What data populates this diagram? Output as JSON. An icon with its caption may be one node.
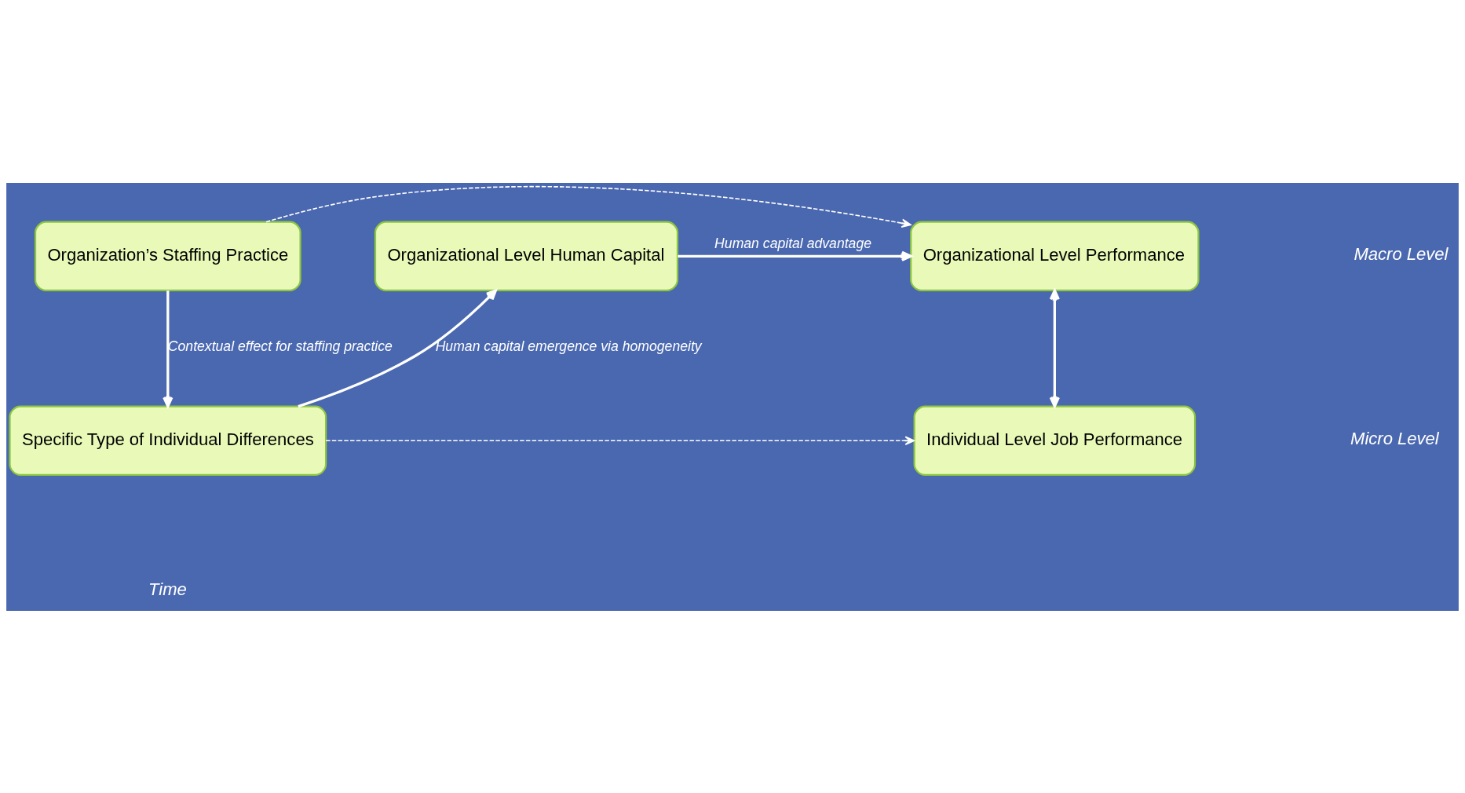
{
  "diagram": {
    "nodes": [
      {
        "text": [
          "Organization’s Staffing Practice"
        ]
      },
      {
        "text": [
          "Organizational Level Human Capital"
        ]
      },
      {
        "text": [
          "Organizational Level Performance"
        ]
      },
      {
        "text": [
          "Specific Type of Individual Differences"
        ]
      },
      {
        "text": [
          "Individual Level Job Performance"
        ]
      }
    ],
    "edges": [
      {
        "from": 0,
        "to": 3,
        "arrow": "to",
        "label": "Contextual effect for staffing practice"
      },
      {
        "from": 3,
        "to": 1,
        "arrow": "to",
        "label": "Human capital emergence via homogeneity"
      },
      {
        "from": 1,
        "to": 2,
        "arrow": "to",
        "label": "Human capital advantage"
      },
      {
        "from": 2,
        "to": 4,
        "arrow": "both"
      },
      {
        "from": 0,
        "to": 2,
        "arrow": "to",
        "style": "dashed"
      },
      {
        "from": 3,
        "to": 4,
        "arrow": "to",
        "style": "dashed"
      }
    ],
    "labels": [
      "Macro Level",
      "Micro Level",
      "Time"
    ]
  }
}
